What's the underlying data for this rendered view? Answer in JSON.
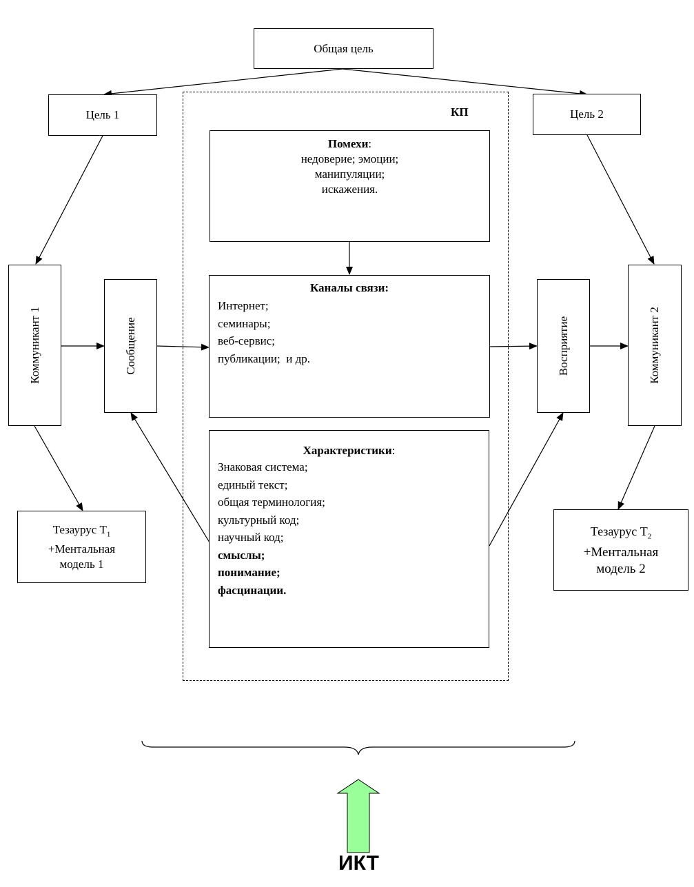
{
  "nodes": {
    "common_goal": "Общая цель",
    "goal1": "Цель 1",
    "goal2": "Цель 2",
    "kp": "КП",
    "communicant1": "Коммуникант 1",
    "communicant2": "Коммуникант 2",
    "message": "Сообщение",
    "perception": "Восприятие"
  },
  "noise": {
    "title": "Помехи",
    "title_suffix": ":",
    "lines": [
      "недоверие; эмоции;",
      "манипуляции;",
      "искажения."
    ]
  },
  "channels": {
    "title": "Каналы связи:",
    "items": [
      "Интернет;",
      "семинары;",
      "веб-сервис;",
      "публикации;  и др."
    ]
  },
  "characteristics": {
    "title": "Характеристики",
    "title_suffix": ":",
    "items": [
      "Знаковая система;",
      "единый текст;",
      "общая терминология;",
      "культурный код;",
      "научный код;"
    ],
    "bold_items": [
      "смыслы;",
      "понимание;",
      "фасцинации."
    ]
  },
  "thesaurus1": {
    "prefix": "Тезаурус Т",
    "sub": "1",
    "line2": "+Ментальная",
    "line3": "модель 1"
  },
  "thesaurus2": {
    "prefix": "Тезаурус Т",
    "sub": "2",
    "line2": "+Ментальная",
    "line3": "модель 2"
  },
  "ikt": "ИКТ",
  "colors": {
    "arrow_fill": "#99ff99",
    "line": "#000000"
  }
}
